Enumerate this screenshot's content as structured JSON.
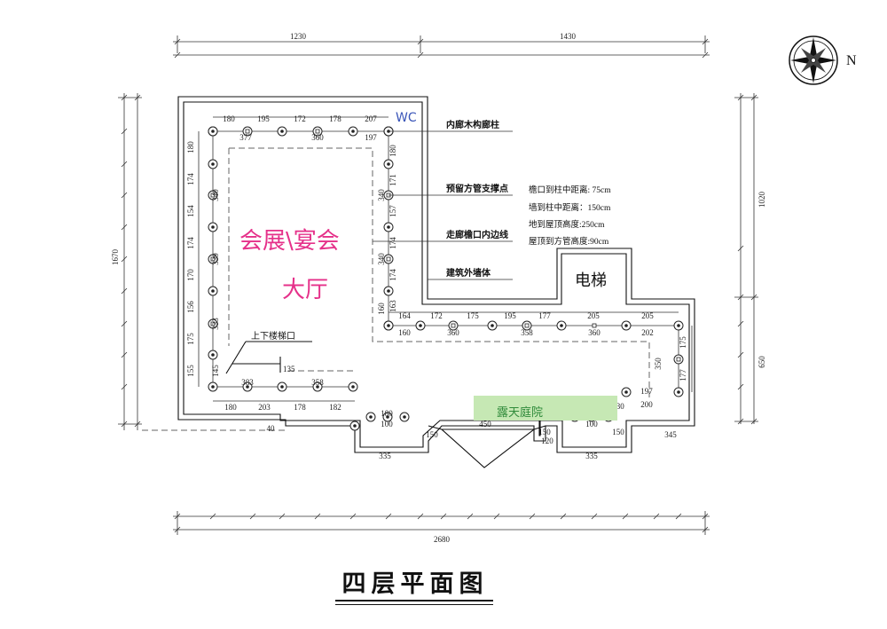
{
  "title": "四层平面图",
  "north": "N",
  "rooms": {
    "hall_line1": "会展\\宴会",
    "hall_line2": "大厅",
    "wc": "WC",
    "elevator": "电梯",
    "courtyard": "露天庭院",
    "stairs": "上下楼梯口"
  },
  "callouts": [
    "内廊木构廊柱",
    "预留方管支撑点",
    "走廊檐口内边线",
    "建筑外墙体"
  ],
  "notes": [
    "檐口到柱中距离: 75cm",
    "墙到柱中距离：150cm",
    "地到屋顶高度:250cm",
    "屋顶到方管高度:90cm"
  ],
  "dims": {
    "top_total": [
      "1230",
      "1430"
    ],
    "bottom_total": "2680",
    "left_total": "1670",
    "right_total": [
      "1020",
      "650"
    ],
    "top_row": [
      "180",
      "195",
      "172",
      "178",
      "207"
    ],
    "top_row_inner": [
      "377",
      "360",
      "197"
    ],
    "left_col": [
      "180",
      "174",
      "154",
      "174",
      "170",
      "156",
      "175",
      "155"
    ],
    "left_col_inner": [
      "340",
      "339",
      "333",
      "145"
    ],
    "inner_col": [
      "180",
      "171",
      "157",
      "174",
      "174",
      "163",
      "160"
    ],
    "inner_col_b": [
      "340",
      "340"
    ],
    "mid_row": [
      "164",
      "172",
      "175",
      "195",
      "177",
      "205",
      "205"
    ],
    "mid_row_inner": [
      "160",
      "360",
      "358",
      "360",
      "202"
    ],
    "right_col": [
      "175",
      "177"
    ],
    "right_col_inner": [
      "350"
    ],
    "bottom_row": [
      "180",
      "203",
      "178",
      "182"
    ],
    "bottom_row_inner": [
      "383",
      "358"
    ],
    "stairs": "135",
    "left_gap": "40",
    "bay_left": [
      "180",
      "100",
      "335"
    ],
    "bay_right": [
      "180",
      "100",
      "130",
      "150",
      "335"
    ],
    "entrance": [
      "150",
      "450",
      "150",
      "120"
    ],
    "right_misc": [
      "197",
      "200",
      "345"
    ]
  }
}
